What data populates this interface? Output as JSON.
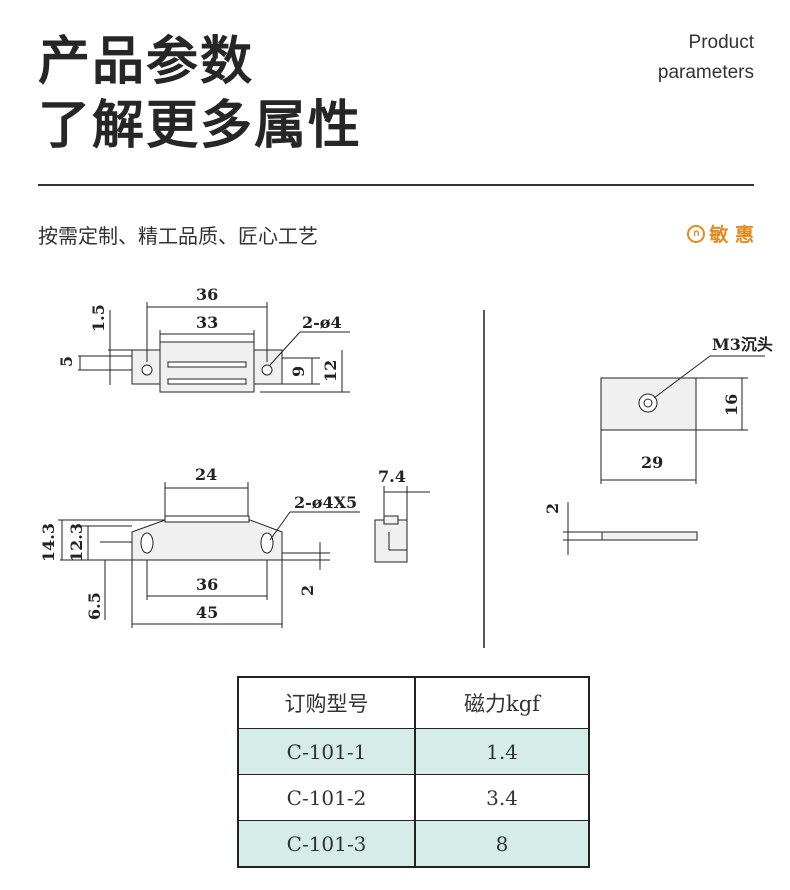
{
  "title": {
    "line1": "产品参数",
    "line2": "了解更多属性"
  },
  "subtitle_en": {
    "line1": "Product",
    "line2": "parameters"
  },
  "slogan": "按需定制、精工品质、匠心工艺",
  "brand": {
    "icon": "㊞",
    "name": "敏 惠",
    "color": "#e8891f"
  },
  "drawing_labels": {
    "top_36": "36",
    "top_33": "33",
    "holes_top": "2-ø4",
    "dim_15": "1.5",
    "dim_5": "5",
    "dim_9": "9",
    "dim_12": "12",
    "dim_24": "24",
    "dim_74": "7.4",
    "holes_side": "2-ø4X5",
    "dim_143": "14.3",
    "dim_123": "12.3",
    "dim_65": "6.5",
    "bot_36": "36",
    "bot_45": "45",
    "dim_2a": "2",
    "m3": "M3沉头",
    "dim_16": "16",
    "dim_29": "29",
    "dim_2b": "2"
  },
  "table": {
    "headers": [
      "订购型号",
      "磁力kgf"
    ],
    "rows": [
      [
        "C-101-1",
        "1.4"
      ],
      [
        "C-101-2",
        "3.4"
      ],
      [
        "C-101-3",
        "8"
      ]
    ]
  }
}
